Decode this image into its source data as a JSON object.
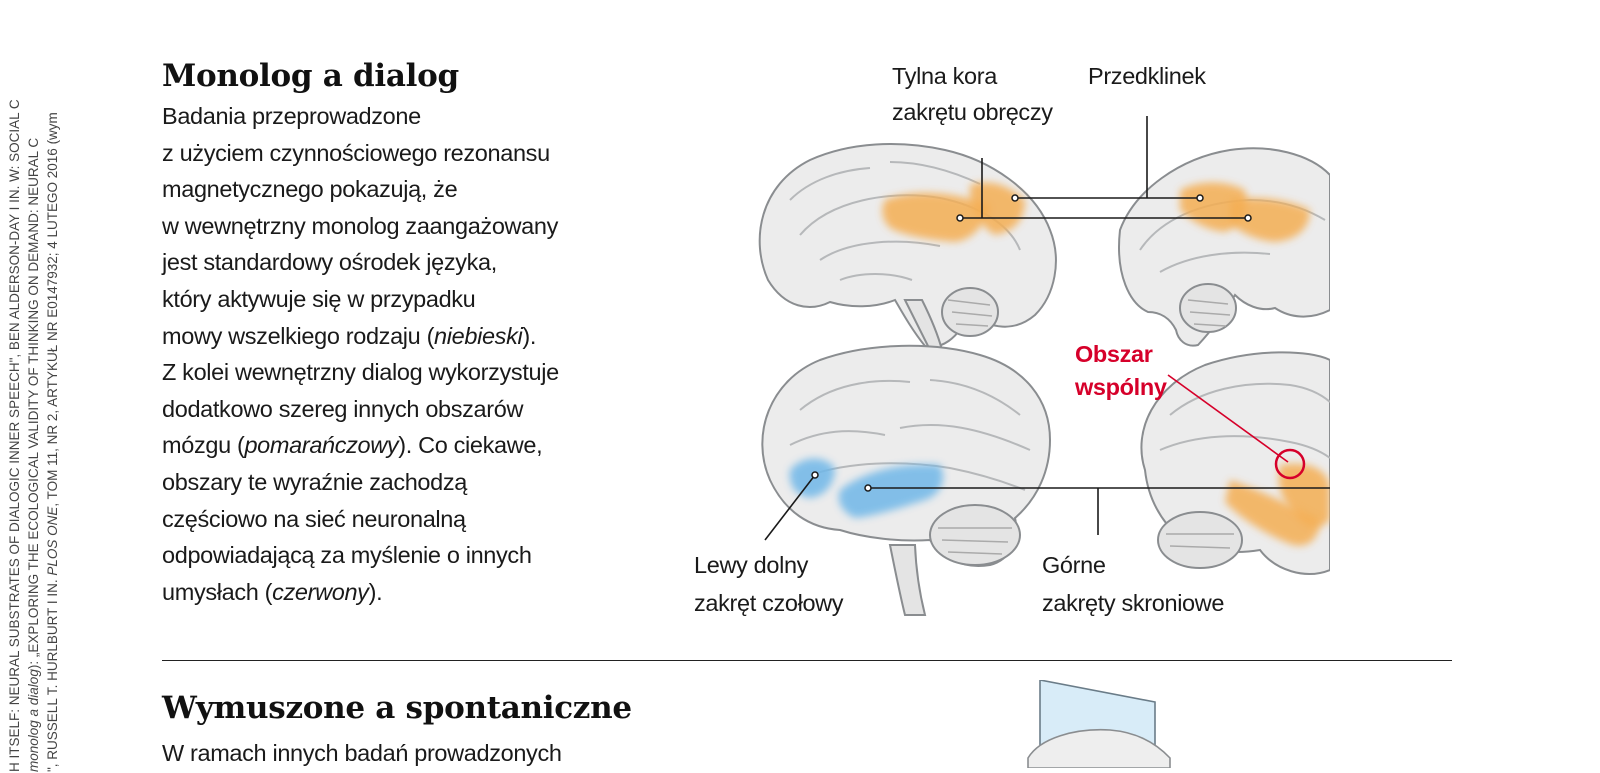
{
  "credits": {
    "line1": "H ITSELF: NEURAL SUBSTRATES OF DIALOGIC INNER SPEECH\", BEN ALDERSON-DAY I IN. W: SOCIAL C",
    "line2_italic": "monolog a dialog",
    "line2_rest": "): „EXPLORING THE ECOLOGICAL VALIDITY OF THINKING ON DEMAND: NEURAL C",
    "line3_pre": "\", RUSSELL T. HURLBURT I IN. ",
    "line3_italic": "PLOS ONE",
    "line3_rest": ", TOM 11, NR 2, ARTYKUŁ NR E0147932; 4 LUTEGO 2016 (wym"
  },
  "section1": {
    "title": "Monolog a dialog",
    "lines": [
      {
        "t": "Badania przeprowadzone"
      },
      {
        "t": "z użyciem czynnościowego rezonansu"
      },
      {
        "t": "magnetycznego pokazują, że"
      },
      {
        "t": "w wewnętrzny monolog zaangażowany"
      },
      {
        "t": "jest standardowy ośrodek języka,"
      },
      {
        "t": "który aktywuje się w przypadku"
      },
      {
        "t": "mowy wszelkiego rodzaju (",
        "em": "niebieski",
        "after": ")."
      },
      {
        "t": "Z kolei wewnętrzny dialog wykorzystuje"
      },
      {
        "t": "dodatkowo szereg innych obszarów"
      },
      {
        "t": "mózgu (",
        "em": "pomarańczowy",
        "after": "). Co ciekawe,"
      },
      {
        "t": "obszary te wyraźnie zachodzą"
      },
      {
        "t": "częściowo na sieć neuronalną"
      },
      {
        "t": "odpowiadającą za myślenie o innych"
      },
      {
        "t": "umysłach (",
        "em": "czerwony",
        "after": ")."
      }
    ]
  },
  "figure1": {
    "label_tylna_1": "Tylna kora",
    "label_tylna_2": "zakrętu obręczy",
    "label_predklinek": "Przedklinek",
    "label_obszar_1": "Obszar",
    "label_obszar_2": "wspólny",
    "label_lewy_1": "Lewy dolny",
    "label_lewy_2": "zakręt czołowy",
    "label_gorne_1": "Górne",
    "label_gorne_2": "zakręty skroniowe",
    "colors": {
      "orange": "#f4ae52",
      "blue": "#6fb7e8",
      "red": "#d6002a",
      "brain_fill": "#eceded",
      "brain_stroke": "#8a8d90"
    }
  },
  "section2": {
    "title": "Wymuszone a spontaniczne",
    "first_line": "W ramach innych badań prowadzonych"
  }
}
